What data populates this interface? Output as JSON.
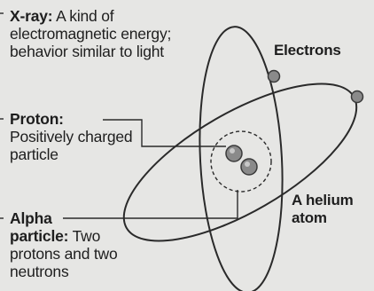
{
  "labels": {
    "xray": {
      "term": "X-ray:",
      "text": "A kind of electromagnetic energy; behavior similar to light"
    },
    "proton": {
      "term": "Proton:",
      "text": "Positively charged particle"
    },
    "alpha": {
      "term_line1": "Alpha",
      "term_line2": "particle:",
      "text": "Two protons and two neutrons"
    },
    "electrons": "Electrons",
    "helium": {
      "line1": "A helium",
      "line2": "atom"
    }
  },
  "colors": {
    "background": "#e6e6e4",
    "ink": "#1e1e1e",
    "orbit": "#2a2a2a",
    "particle": "#8a8a8a"
  }
}
